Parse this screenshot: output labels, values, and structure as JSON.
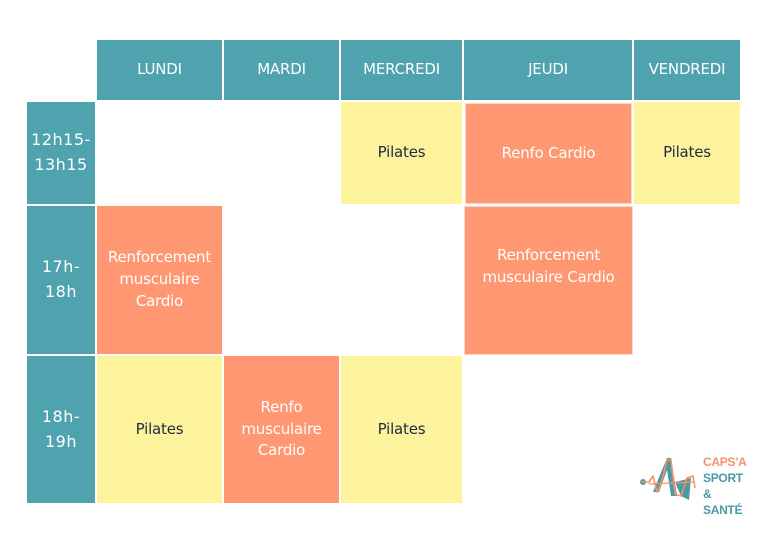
{
  "schedule": {
    "days": [
      "LUNDI",
      "MARDI",
      "MERCREDI",
      "JEUDI",
      "VENDREDI"
    ],
    "time_slots": [
      "12h15-\n13h15",
      "17h-\n18h",
      "18h-\n19h"
    ],
    "sessions": {
      "mercredi_1215": "Pilates",
      "jeudi_1215": "Renfo Cardio",
      "vendredi_1215": "Pilates",
      "lundi_17": "Renforcement\nmusculaire\nCardio",
      "jeudi_17": "Renforcement\nmusculaire Cardio",
      "lundi_18": "Pilates",
      "mardi_18": "Renfo\nmusculaire\nCardio",
      "mercredi_18": "Pilates"
    }
  },
  "logo": {
    "line1": "CAPS’A",
    "line2": "SPORT &",
    "line3": "SANTÉ"
  },
  "colors": {
    "header_teal": "#4fa3ae",
    "renfo_orange": "#ff9872",
    "pilates_yellow": "#fdf39c",
    "dark_text": "#1f2a44"
  }
}
